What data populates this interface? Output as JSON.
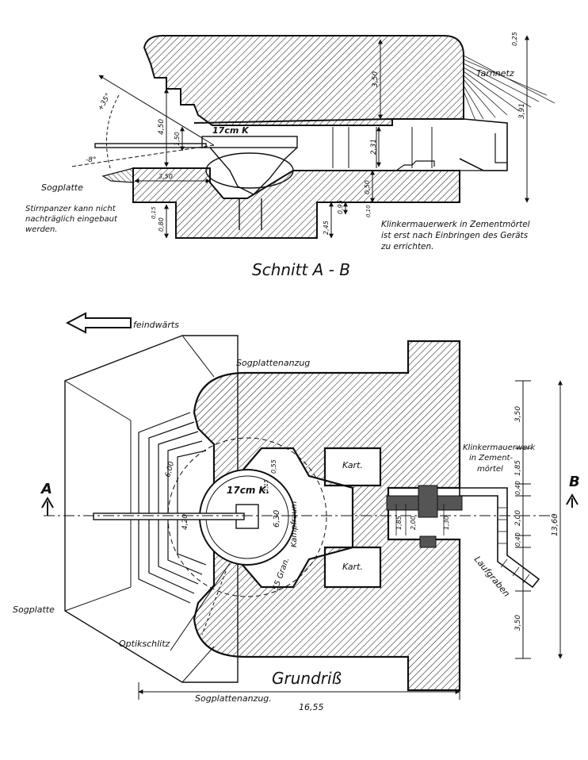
{
  "section": {
    "title": "Schnitt A - B",
    "labels": {
      "tarnnetz": "Tarnnetz",
      "gun": "17cm K",
      "sogplatte": "Sogplatte",
      "stirnpanzer": [
        "Stirnpanzer kann nicht",
        "nachträglich eingebaut",
        "werden."
      ],
      "klinker": [
        "Klinkermauerwerk in Zementmörtel",
        "ist erst nach Einbringen des Geräts",
        "zu errichten."
      ]
    },
    "dims": {
      "angle_up": "+35°",
      "angle_down": "-8°",
      "h450": "4,50",
      "h150": "1,50",
      "h350": "3,50",
      "h231": "2,31",
      "h391": "3,91",
      "h025": "0,25",
      "h230": "3,50",
      "h050": "0,50",
      "h080": "0,80",
      "h095": "0,95",
      "h245": "2,45",
      "h015": "0,15",
      "h010": "0,10"
    }
  },
  "plan": {
    "title": "Grundriß",
    "direction": "feindwärts",
    "label_a": "A",
    "label_b": "B",
    "labels": {
      "sogplattenanzug_top": "Sogplattenanzug",
      "sogplattenanzug_bottom": "Sogplattenanzug.",
      "sogplatte": "Sogplatte",
      "optikschlitz": "Optikschlitz",
      "kart_top": "Kart.",
      "kart_bottom": "Kart.",
      "gun": "17cm K.",
      "kampfraum": "Kampfraum",
      "gran": "55 Gran.",
      "laufgraben": "Laufgraben",
      "klinker": [
        "Klinkermauerwerk",
        "in Zement-",
        "mörtel"
      ]
    },
    "dims": {
      "total_width": "16,55",
      "total_height": "13,60",
      "d350_top": "3,50",
      "d185": "1,85",
      "d040_top": "0,40",
      "d200": "2,00",
      "d040_bottom": "0,40",
      "d350_bottom": "3,50",
      "d630": "6,30",
      "d420": "4,20",
      "d600": "6,00",
      "d055": "0,55",
      "d115": "1,15",
      "d185_small": "1,85",
      "d200_small": "2,00",
      "d130": "1,30"
    }
  }
}
